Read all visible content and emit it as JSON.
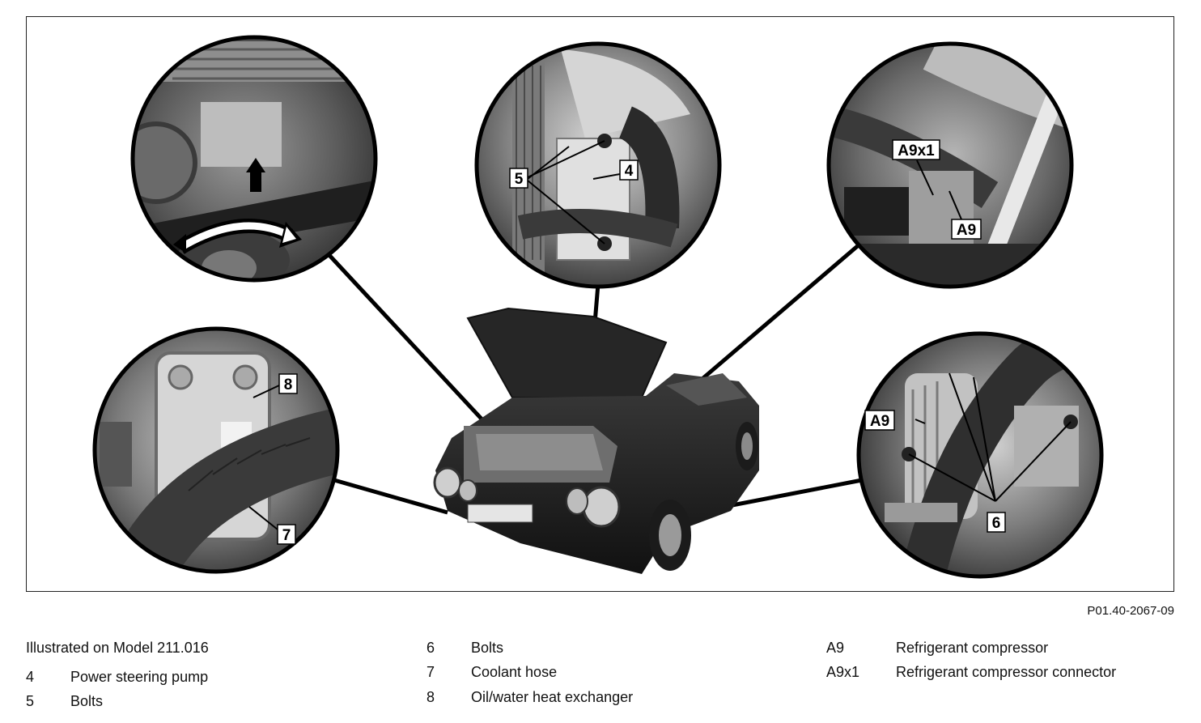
{
  "figure": {
    "code": "P01.40-2067-09",
    "callouts": {
      "top_center": [
        "5",
        "4"
      ],
      "top_right": [
        "A9x1",
        "A9"
      ],
      "bottom_left": [
        "8",
        "7"
      ],
      "bottom_right": [
        "A9",
        "6"
      ]
    }
  },
  "legend": {
    "note": "Illustrated on Model 211.016",
    "items": [
      {
        "key": "4",
        "label": "Power steering pump"
      },
      {
        "key": "5",
        "label": "Bolts"
      },
      {
        "key": "6",
        "label": "Bolts"
      },
      {
        "key": "7",
        "label": "Coolant hose"
      },
      {
        "key": "8",
        "label": "Oil/water heat exchanger"
      },
      {
        "key": "A9",
        "label": "Refrigerant compressor"
      },
      {
        "key": "A9x1",
        "label": "Refrigerant compressor connector"
      }
    ]
  }
}
